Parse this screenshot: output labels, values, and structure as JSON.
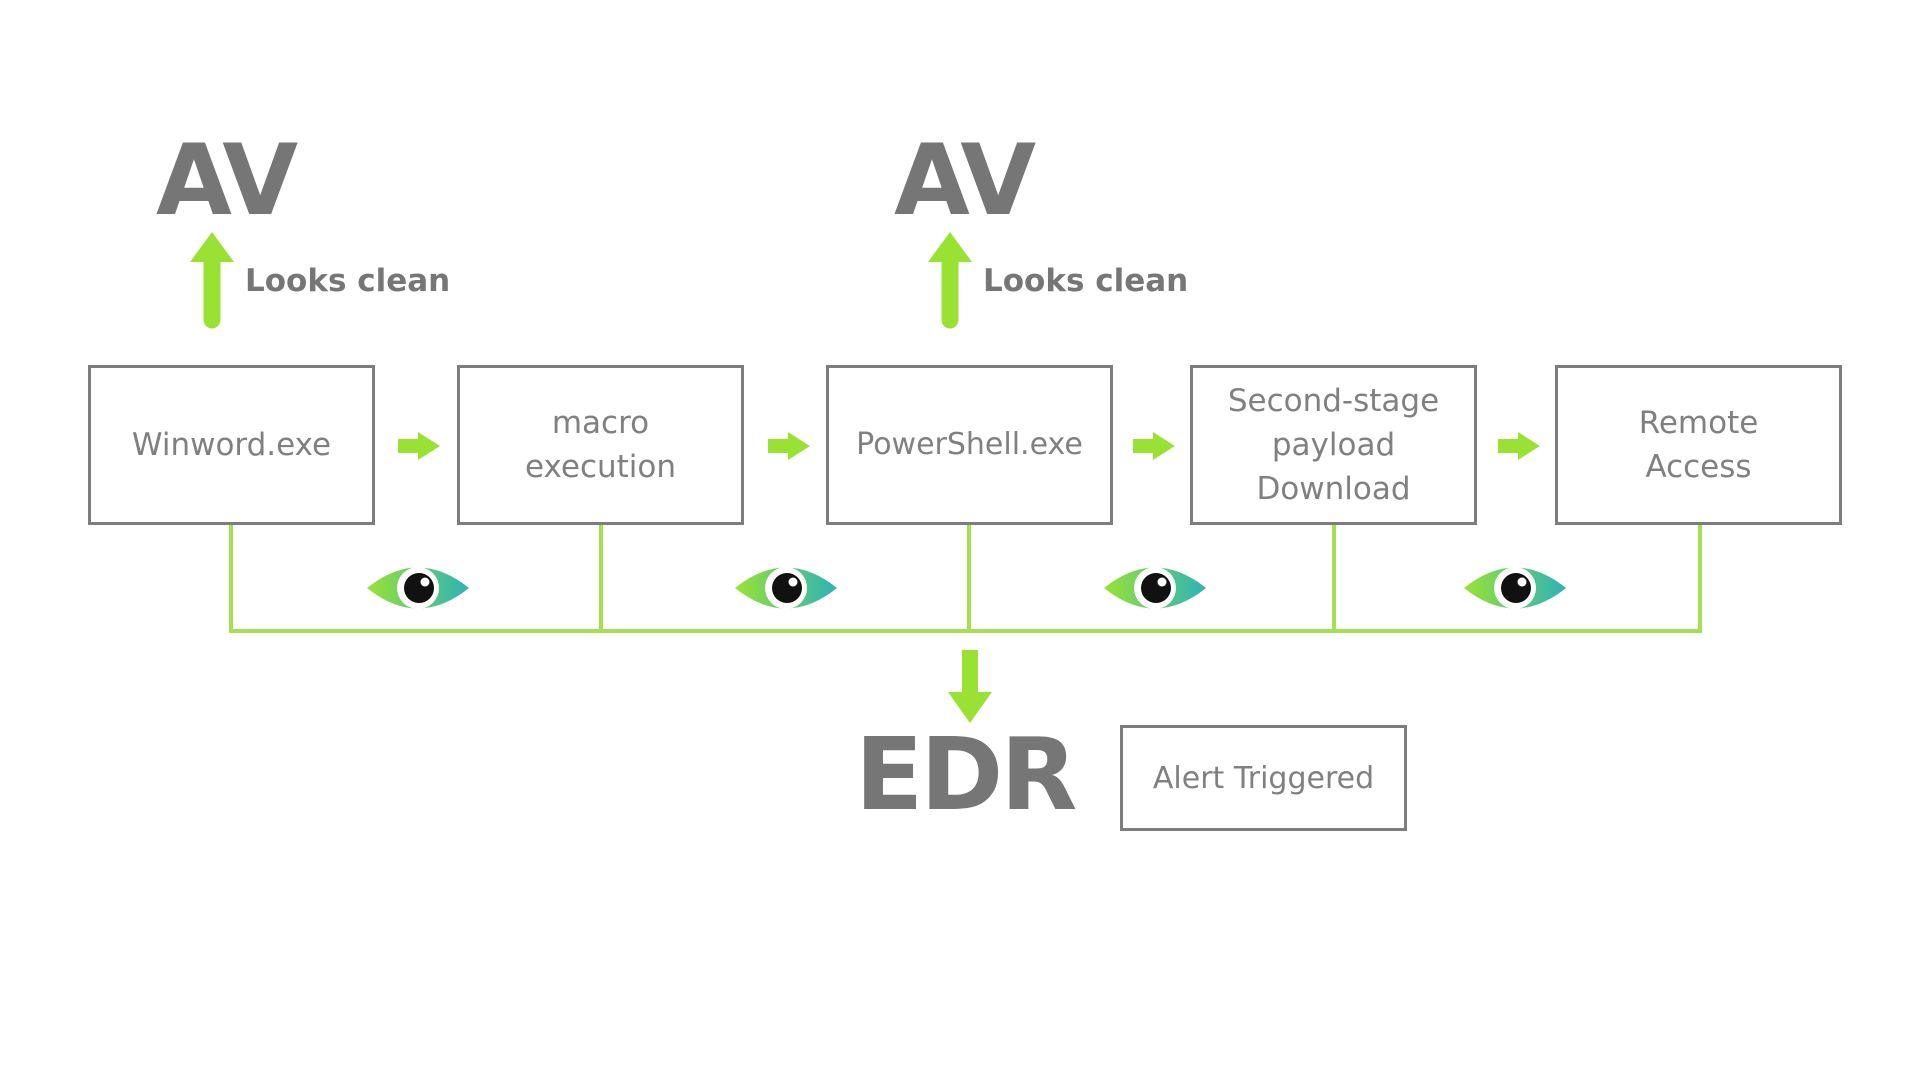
{
  "colors": {
    "accent_green": "#99e234",
    "connector_green": "#a4e050",
    "text_gray": "#767676",
    "box_border": "#7d7d7d",
    "eye_gradient_start": "#99e234",
    "eye_gradient_end": "#2db3b8"
  },
  "av_checks": [
    {
      "label": "AV",
      "note": "Looks clean"
    },
    {
      "label": "AV",
      "note": "Looks clean"
    }
  ],
  "process_chain": [
    {
      "label": "Winword.exe"
    },
    {
      "label": "macro\nexecution"
    },
    {
      "label": "PowerShell.exe"
    },
    {
      "label": "Second-stage\npayload\nDownload"
    },
    {
      "label": "Remote\nAccess"
    }
  ],
  "monitor_icons": [
    "eye-icon",
    "eye-icon",
    "eye-icon",
    "eye-icon"
  ],
  "edr": {
    "label": "EDR",
    "status": "Alert Triggered"
  }
}
